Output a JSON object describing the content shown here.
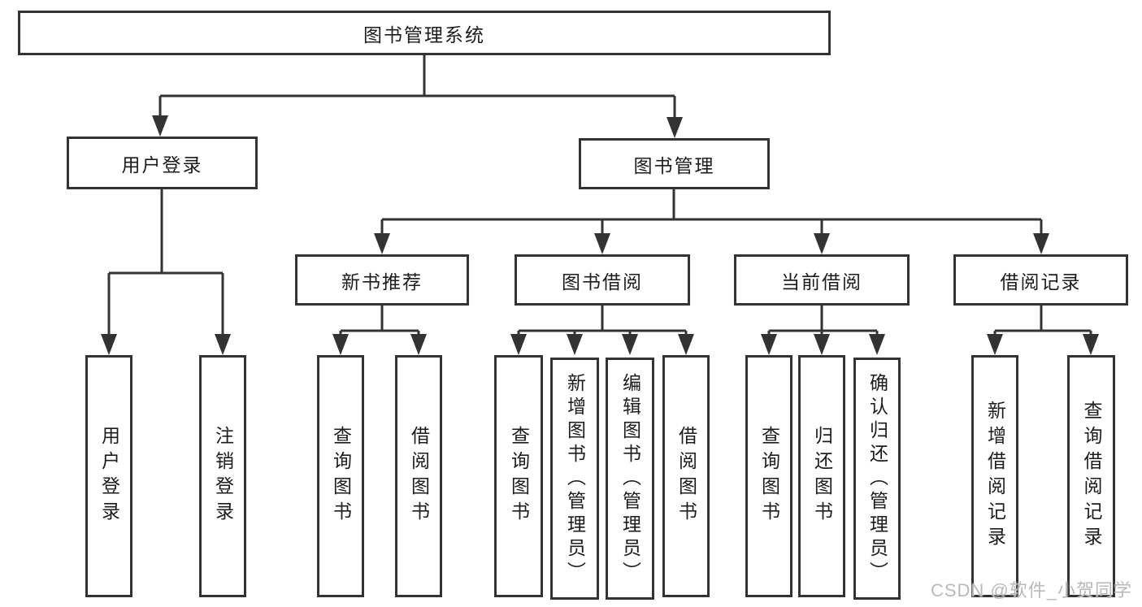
{
  "tree": {
    "root": {
      "label": "图书管理系统"
    },
    "branches": [
      {
        "label": "用户登录",
        "children": [
          {
            "label": "用户登录"
          },
          {
            "label": "注销登录"
          }
        ]
      },
      {
        "label": "图书管理",
        "children": [
          {
            "label": "新书推荐",
            "children": [
              {
                "label": "查询图书"
              },
              {
                "label": "借阅图书"
              }
            ]
          },
          {
            "label": "图书借阅",
            "children": [
              {
                "label": "查询图书"
              },
              {
                "label": "新增图书（管理员）"
              },
              {
                "label": "编辑图书（管理员）"
              },
              {
                "label": "借阅图书"
              }
            ]
          },
          {
            "label": "当前借阅",
            "children": [
              {
                "label": "查询图书"
              },
              {
                "label": "归还图书"
              },
              {
                "label": "确认归还（管理员）"
              }
            ]
          },
          {
            "label": "借阅记录",
            "children": [
              {
                "label": "新增借阅记录"
              },
              {
                "label": "查询借阅记录"
              }
            ]
          }
        ]
      }
    ]
  },
  "watermark": {
    "text": "CSDN @软件_小贺同学"
  },
  "colors": {
    "line": "#333333",
    "text": "#1c1c1c",
    "watermark": "#b9b9b9",
    "background": "#ffffff"
  }
}
